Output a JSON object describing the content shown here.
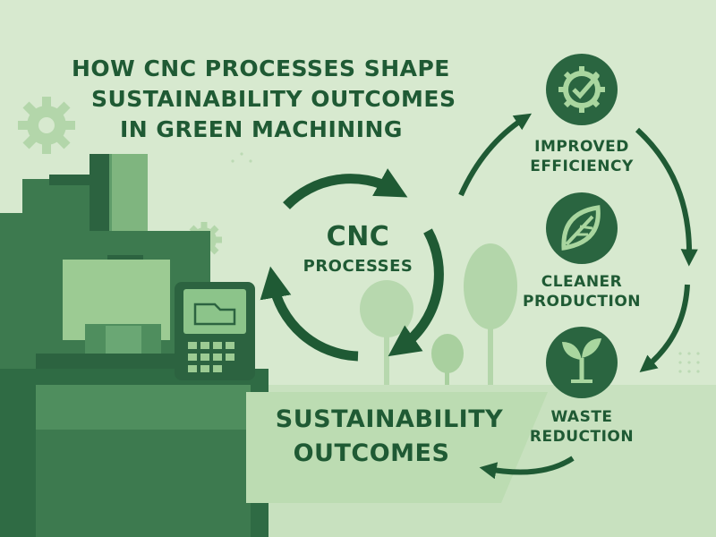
{
  "title": {
    "line1": "HOW CNC PROCESSES SHAPE",
    "line2": "SUSTAINABILITY OUTCOMES",
    "line3": "IN GREEN MACHINING"
  },
  "center_cycle": {
    "line1": "CNC",
    "line2": "PROCESSES"
  },
  "steps": [
    {
      "line1": "IMPROVED",
      "line2": "EFFICIENCY",
      "icon": "gear-check-icon"
    },
    {
      "line1": "CLEANER",
      "line2": "PRODUCTION",
      "icon": "leaf-icon"
    },
    {
      "line1": "WASTE",
      "line2": "REDUCTION",
      "icon": "sprout-icon"
    }
  ],
  "outcome": {
    "line1": "SUSTAINABILITY",
    "line2": "OUTCOMES"
  },
  "colors": {
    "background": "#d7e9cf",
    "dark_green": "#1f5a34",
    "mid_green": "#3f7f52",
    "light_green": "#9ccb93"
  }
}
